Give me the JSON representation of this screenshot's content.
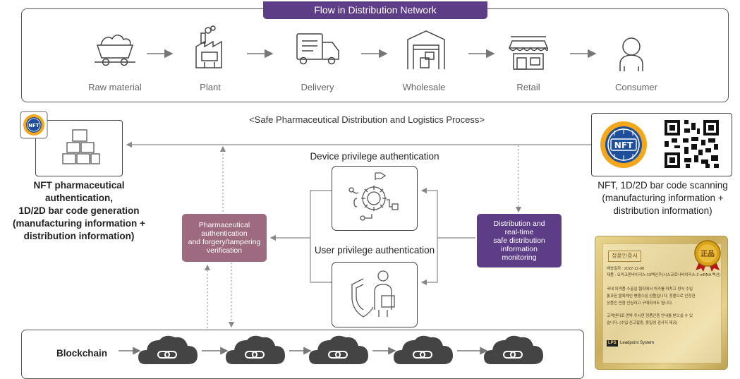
{
  "top_panel": {
    "title": "Flow in Distribution Network",
    "stages": [
      "Raw material",
      "Plant",
      "Delivery",
      "Wholesale",
      "Retail",
      "Consumer"
    ]
  },
  "process_title": "<Safe Pharmaceutical Distribution and Logistics Process>",
  "left_node": {
    "lines": [
      "NFT pharmaceutical",
      "authentication,",
      "1D/2D bar code generation",
      "(manufacturing information +",
      "distribution information)"
    ]
  },
  "right_node": {
    "lines": [
      "NFT, 1D/2D bar code scanning",
      "(manufacturing information +",
      "distribution information)"
    ],
    "nft_badge": "NFT"
  },
  "device_auth": "Device privilege authentication",
  "user_auth": "User privilege authentication",
  "pharma_box": {
    "lines": [
      "Pharmaceutical",
      "authentication",
      "and forgery/tampering",
      "verification"
    ],
    "color": "#9e6a80"
  },
  "distribution_box": {
    "lines": [
      "Distribution and",
      "real-time",
      "safe distribution",
      "information",
      "monitoring"
    ],
    "color": "#5c3d86"
  },
  "blockchain": {
    "label": "Blockchain"
  },
  "certificate": {
    "title": "정품인증서",
    "seal": "正品",
    "meta": [
      "배송일자 : 2022-12-08",
      "제품 : 오미크론바이러스-19백신주(시스코로나바이러스-2 mRNA 백신)"
    ],
    "para1": [
      "국내 의약품 수출입 협회에서 허가를 마치고 정식 수입",
      "통과된 블록체인 병행수입 상품입니다. 정품으로 인정한",
      "상품인 만큼 안심하고 구매하셔도 됩니다."
    ],
    "para2": [
      "고객센터로 연락 주시면 정품인증 안내를 받으실 수 있",
      "습니다. (수입 신고필증, 동일성 검사지 제공)"
    ],
    "brand_logo": "LPS",
    "brand": "Leadpoint System"
  },
  "colors": {
    "purple": "#5c3d86",
    "mauve": "#9e6a80",
    "nft_blue": "#1f4f9b",
    "nft_gold": "#f3a71b"
  }
}
